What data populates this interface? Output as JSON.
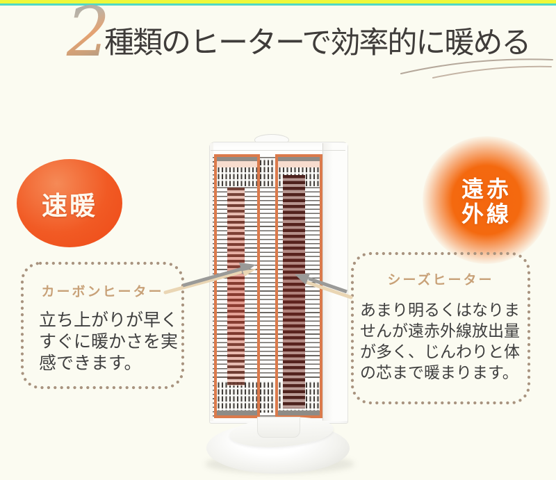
{
  "theme": {
    "background": "#FBFBF1",
    "stripe_yellow": "#EDF83B",
    "stripe_teal": "#4FD8C7",
    "highlight_frame_orange": "#DB7A4B",
    "badge_orange": "#EF4D1C",
    "glow_orange": "#F4670F",
    "dotted_border": "#A8937F",
    "callout_title_color": "#C8A178",
    "body_text_color": "#3E3E3E"
  },
  "header": {
    "numeral": "2",
    "title": "種類のヒーターで効率的に暖める"
  },
  "badges": {
    "fast_heating": {
      "label": "速暖"
    },
    "far_infrared": {
      "lines": [
        "遠赤",
        "外線"
      ]
    }
  },
  "callouts": {
    "carbon": {
      "title": "カーボンヒーター",
      "lines": [
        "立ち上がりが早く",
        "すぐに暖かさを実",
        "感できます。"
      ]
    },
    "sheath": {
      "title": "シーズヒーター",
      "lines": [
        "あまり明るくはなりま",
        "せんが遠赤外線放出量",
        "が多く、じんわりと体",
        "の芯まで暖まります。"
      ]
    }
  }
}
